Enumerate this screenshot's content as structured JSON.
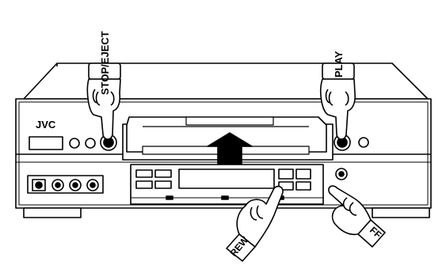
{
  "brand": "JVC",
  "labels": {
    "stop_eject": "STOP/EJECT",
    "play": "PLAY",
    "rew": "REW",
    "ff": "FF"
  },
  "colors": {
    "line": "#000000",
    "fill": "#ffffff"
  }
}
